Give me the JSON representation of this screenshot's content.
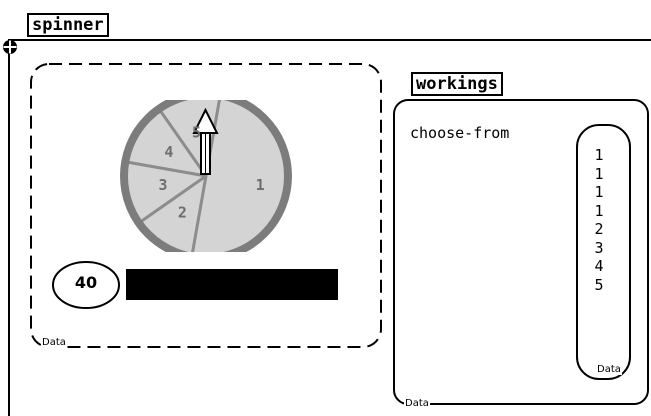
{
  "spinner_box": {
    "title": "spinner",
    "data_label": "Data"
  },
  "spinner": {
    "slices": [
      {
        "label": "1",
        "value": 4
      },
      {
        "label": "2",
        "value": 1
      },
      {
        "label": "3",
        "value": 1
      },
      {
        "label": "4",
        "value": 1
      },
      {
        "label": "5",
        "value": 1
      }
    ],
    "counter": "40",
    "colors": {
      "fill": "#d4d4d4",
      "rim": "#7c7c7c",
      "divider": "#8c8c8c",
      "label": "#6e6e6e"
    }
  },
  "workings": {
    "title": "workings",
    "expression": "choose-from",
    "items": [
      "1",
      "1",
      "1",
      "1",
      "2",
      "3",
      "4",
      "5"
    ],
    "inner_data_label": "Data",
    "outer_data_label": "Data"
  }
}
